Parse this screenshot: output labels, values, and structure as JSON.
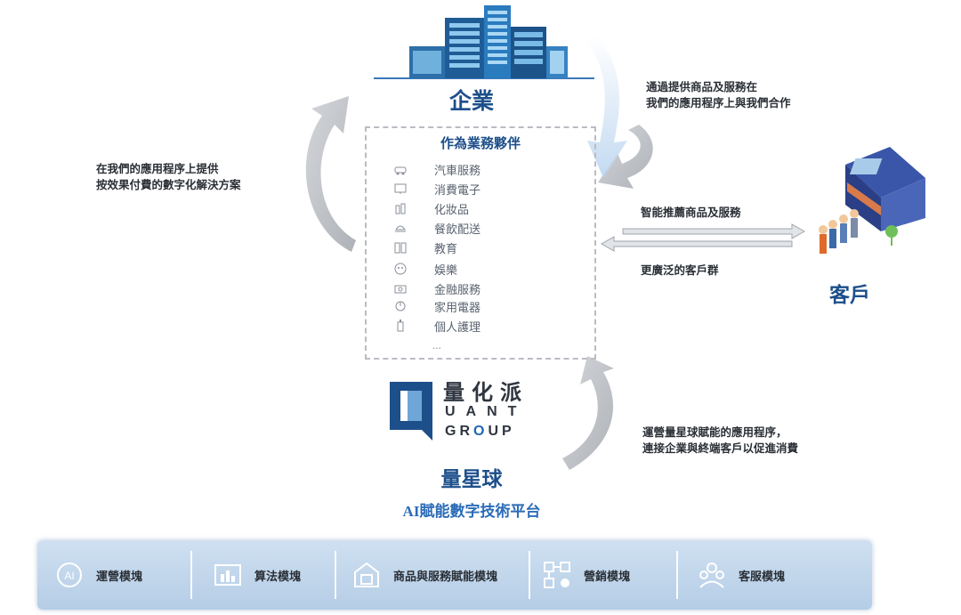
{
  "enterprise": {
    "title": "企業",
    "icon": "office-buildings"
  },
  "partner_box": {
    "title": "作為業務夥伴",
    "items": [
      {
        "label": "汽車服務",
        "icon": "car-icon"
      },
      {
        "label": "消費電子",
        "icon": "monitor-icon"
      },
      {
        "label": "化妝品",
        "icon": "cosmetics-icon"
      },
      {
        "label": "餐飲配送",
        "icon": "delivery-icon"
      },
      {
        "label": "教育",
        "icon": "book-icon"
      },
      {
        "label": "娛樂",
        "icon": "entertainment-icon"
      },
      {
        "label": "金融服務",
        "icon": "finance-icon"
      },
      {
        "label": "家用電器",
        "icon": "appliance-icon"
      },
      {
        "label": "個人護理",
        "icon": "personal-care-icon"
      }
    ],
    "ellipsis": "..."
  },
  "annotations": {
    "left_top": [
      "在我們的應用程序上提供",
      "按效果付費的數字化解決方案"
    ],
    "right_top": [
      "通過提供商品及服務在",
      "我們的應用程序上與我們合作"
    ],
    "middle_upper": "智能推薦商品及服務",
    "middle_lower": "更廣泛的客戶群",
    "right_bottom": [
      "運營量星球賦能的應用程序，",
      "連接企業與終端客戶以促進消費"
    ]
  },
  "customer": {
    "title": "客戶",
    "icon": "shop-with-customers"
  },
  "logo": {
    "cn": "量化派",
    "en_line1": "UANT",
    "en_line2_a": "GR",
    "en_line2_b": "O",
    "en_line2_c": "UP"
  },
  "platform": {
    "name": "量星球",
    "subtitle": "AI賦能數字技術平台"
  },
  "modules": [
    {
      "label": "運營模塊",
      "icon": "ai-head-icon"
    },
    {
      "label": "算法模塊",
      "icon": "bar-chart-icon"
    },
    {
      "label": "商品與服務賦能模塊",
      "icon": "store-icon"
    },
    {
      "label": "營銷模塊",
      "icon": "flow-icon"
    },
    {
      "label": "客服模塊",
      "icon": "team-icon"
    }
  ],
  "colors": {
    "brand_blue": "#1d4f8a",
    "arrow_gray": "#c8cbd0",
    "module_bar": "#c3d7ec"
  }
}
